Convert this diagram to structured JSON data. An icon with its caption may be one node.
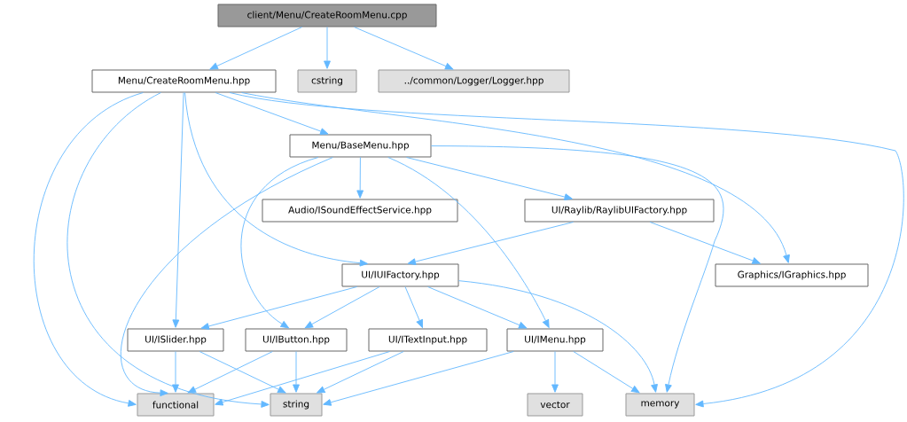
{
  "diagram": {
    "nodes": [
      {
        "text": [
          "client/Menu/CreateRoomMenu.cpp"
        ]
      },
      {
        "text": [
          "Menu/CreateRoomMenu.hpp"
        ]
      },
      {
        "text": [
          "cstring"
        ]
      },
      {
        "text": [
          "../common/Logger/Logger.hpp"
        ]
      },
      {
        "text": [
          "Menu/BaseMenu.hpp"
        ]
      },
      {
        "text": [
          "Audio/ISoundEffectService.hpp"
        ]
      },
      {
        "text": [
          "UI/Raylib/RaylibUIFactory.hpp"
        ]
      },
      {
        "text": [
          "UI/IUIFactory.hpp"
        ]
      },
      {
        "text": [
          "Graphics/IGraphics.hpp"
        ]
      },
      {
        "text": [
          "UI/ISlider.hpp"
        ]
      },
      {
        "text": [
          "UI/IButton.hpp"
        ]
      },
      {
        "text": [
          "UI/ITextInput.hpp"
        ]
      },
      {
        "text": [
          "UI/IMenu.hpp"
        ]
      },
      {
        "text": [
          "functional"
        ]
      },
      {
        "text": [
          "string"
        ]
      },
      {
        "text": [
          "vector"
        ]
      },
      {
        "text": [
          "memory"
        ]
      }
    ],
    "edges": [
      {
        "from": 0,
        "to": 1,
        "arrow": "to"
      },
      {
        "from": 0,
        "to": 2,
        "arrow": "to"
      },
      {
        "from": 0,
        "to": 3,
        "arrow": "to"
      },
      {
        "from": 1,
        "to": 4,
        "arrow": "to"
      },
      {
        "from": 1,
        "to": 13,
        "arrow": "to"
      },
      {
        "from": 1,
        "to": 14,
        "arrow": "to"
      },
      {
        "from": 1,
        "to": 9,
        "arrow": "to"
      },
      {
        "from": 1,
        "to": 7,
        "arrow": "to"
      },
      {
        "from": 1,
        "to": 8,
        "arrow": "to"
      },
      {
        "from": 1,
        "to": 16,
        "arrow": "to"
      },
      {
        "from": 4,
        "to": 5,
        "arrow": "to"
      },
      {
        "from": 4,
        "to": 6,
        "arrow": "to"
      },
      {
        "from": 4,
        "to": 13,
        "arrow": "to"
      },
      {
        "from": 4,
        "to": 10,
        "arrow": "to"
      },
      {
        "from": 4,
        "to": 12,
        "arrow": "to"
      },
      {
        "from": 4,
        "to": 16,
        "arrow": "to"
      },
      {
        "from": 6,
        "to": 7,
        "arrow": "to"
      },
      {
        "from": 6,
        "to": 8,
        "arrow": "to"
      },
      {
        "from": 7,
        "to": 9,
        "arrow": "to"
      },
      {
        "from": 7,
        "to": 10,
        "arrow": "to"
      },
      {
        "from": 7,
        "to": 11,
        "arrow": "to"
      },
      {
        "from": 7,
        "to": 12,
        "arrow": "to"
      },
      {
        "from": 7,
        "to": 16,
        "arrow": "to"
      },
      {
        "from": 9,
        "to": 13,
        "arrow": "to"
      },
      {
        "from": 9,
        "to": 14,
        "arrow": "to"
      },
      {
        "from": 10,
        "to": 13,
        "arrow": "to"
      },
      {
        "from": 10,
        "to": 14,
        "arrow": "to"
      },
      {
        "from": 11,
        "to": 13,
        "arrow": "to"
      },
      {
        "from": 11,
        "to": 14,
        "arrow": "to"
      },
      {
        "from": 12,
        "to": 14,
        "arrow": "to"
      },
      {
        "from": 12,
        "to": 15,
        "arrow": "to"
      },
      {
        "from": 12,
        "to": 16,
        "arrow": "to"
      }
    ]
  }
}
